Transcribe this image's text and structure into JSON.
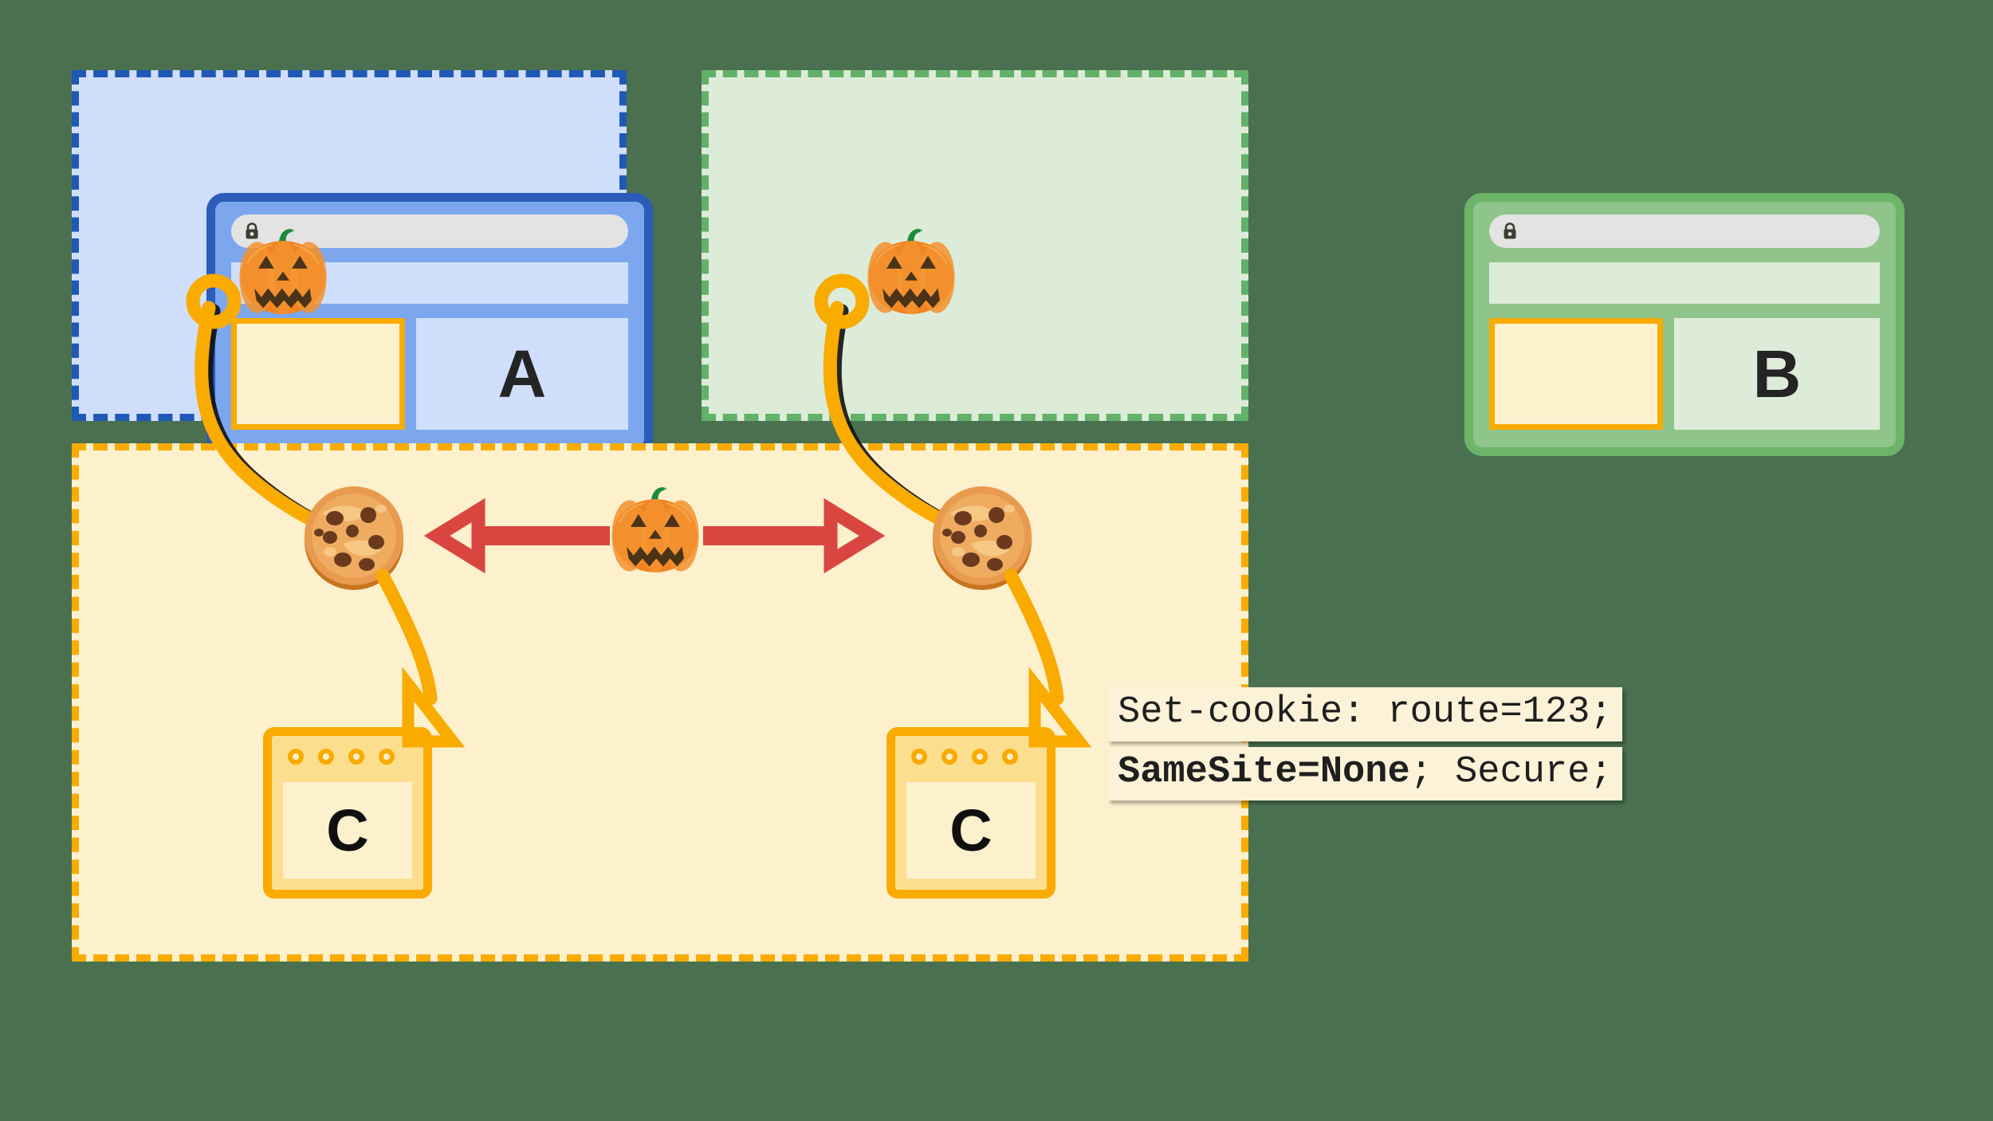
{
  "diagram": {
    "title": "SameSite=None cross-site cookie diagram",
    "background_color": "#4a7050"
  },
  "contexts": [
    {
      "id": "site-a",
      "label": "A",
      "border_color": "#1f59b5",
      "fill_color": "#cfdefa",
      "window_border_color": "#2a5cb8",
      "window_fill_color": "#7ca7ef"
    },
    {
      "id": "site-b",
      "label": "B",
      "border_color": "#61b168",
      "fill_color": "#dcecd8",
      "window_border_color": "#6bb468",
      "window_fill_color": "#8fc48b"
    },
    {
      "id": "site-c",
      "label": "C",
      "border_color": "#f9ab00",
      "fill_color": "#fdf0cd"
    }
  ],
  "browsers": {
    "urlbar": {
      "icon": "lock-icon",
      "value": ""
    }
  },
  "servers": [
    {
      "id": "server-c-left",
      "label": "C",
      "dots": 4
    },
    {
      "id": "server-c-right",
      "label": "C",
      "dots": 4
    }
  ],
  "cookies": [
    {
      "id": "cookie-left",
      "icon": "cookie-icon"
    },
    {
      "id": "cookie-right",
      "icon": "cookie-icon"
    }
  ],
  "pumpkins": [
    {
      "id": "pumpkin-a",
      "icon": "jack-o-lantern-icon"
    },
    {
      "id": "pumpkin-b",
      "icon": "jack-o-lantern-icon"
    },
    {
      "id": "pumpkin-center",
      "icon": "jack-o-lantern-icon"
    }
  ],
  "relation_arrow": {
    "id": "same-resource-arrow",
    "color": "#d9463f",
    "direction": "bidirectional"
  },
  "code_label": {
    "id": "set-cookie-header",
    "line1": "Set-cookie: route=123;",
    "line2_bold": "SameSite=None",
    "line2_rest": "; Secure;",
    "background": "#fbf2d8",
    "text_color": "#1f1f1f"
  },
  "accent": {
    "orange": "#f9ab00",
    "cookie_body": "#f2a64a",
    "cookie_chip": "#6b3a1e",
    "pumpkin_body": "#f08421",
    "pumpkin_stem": "#1e8a3c",
    "pumpkin_face": "#4a3317"
  }
}
